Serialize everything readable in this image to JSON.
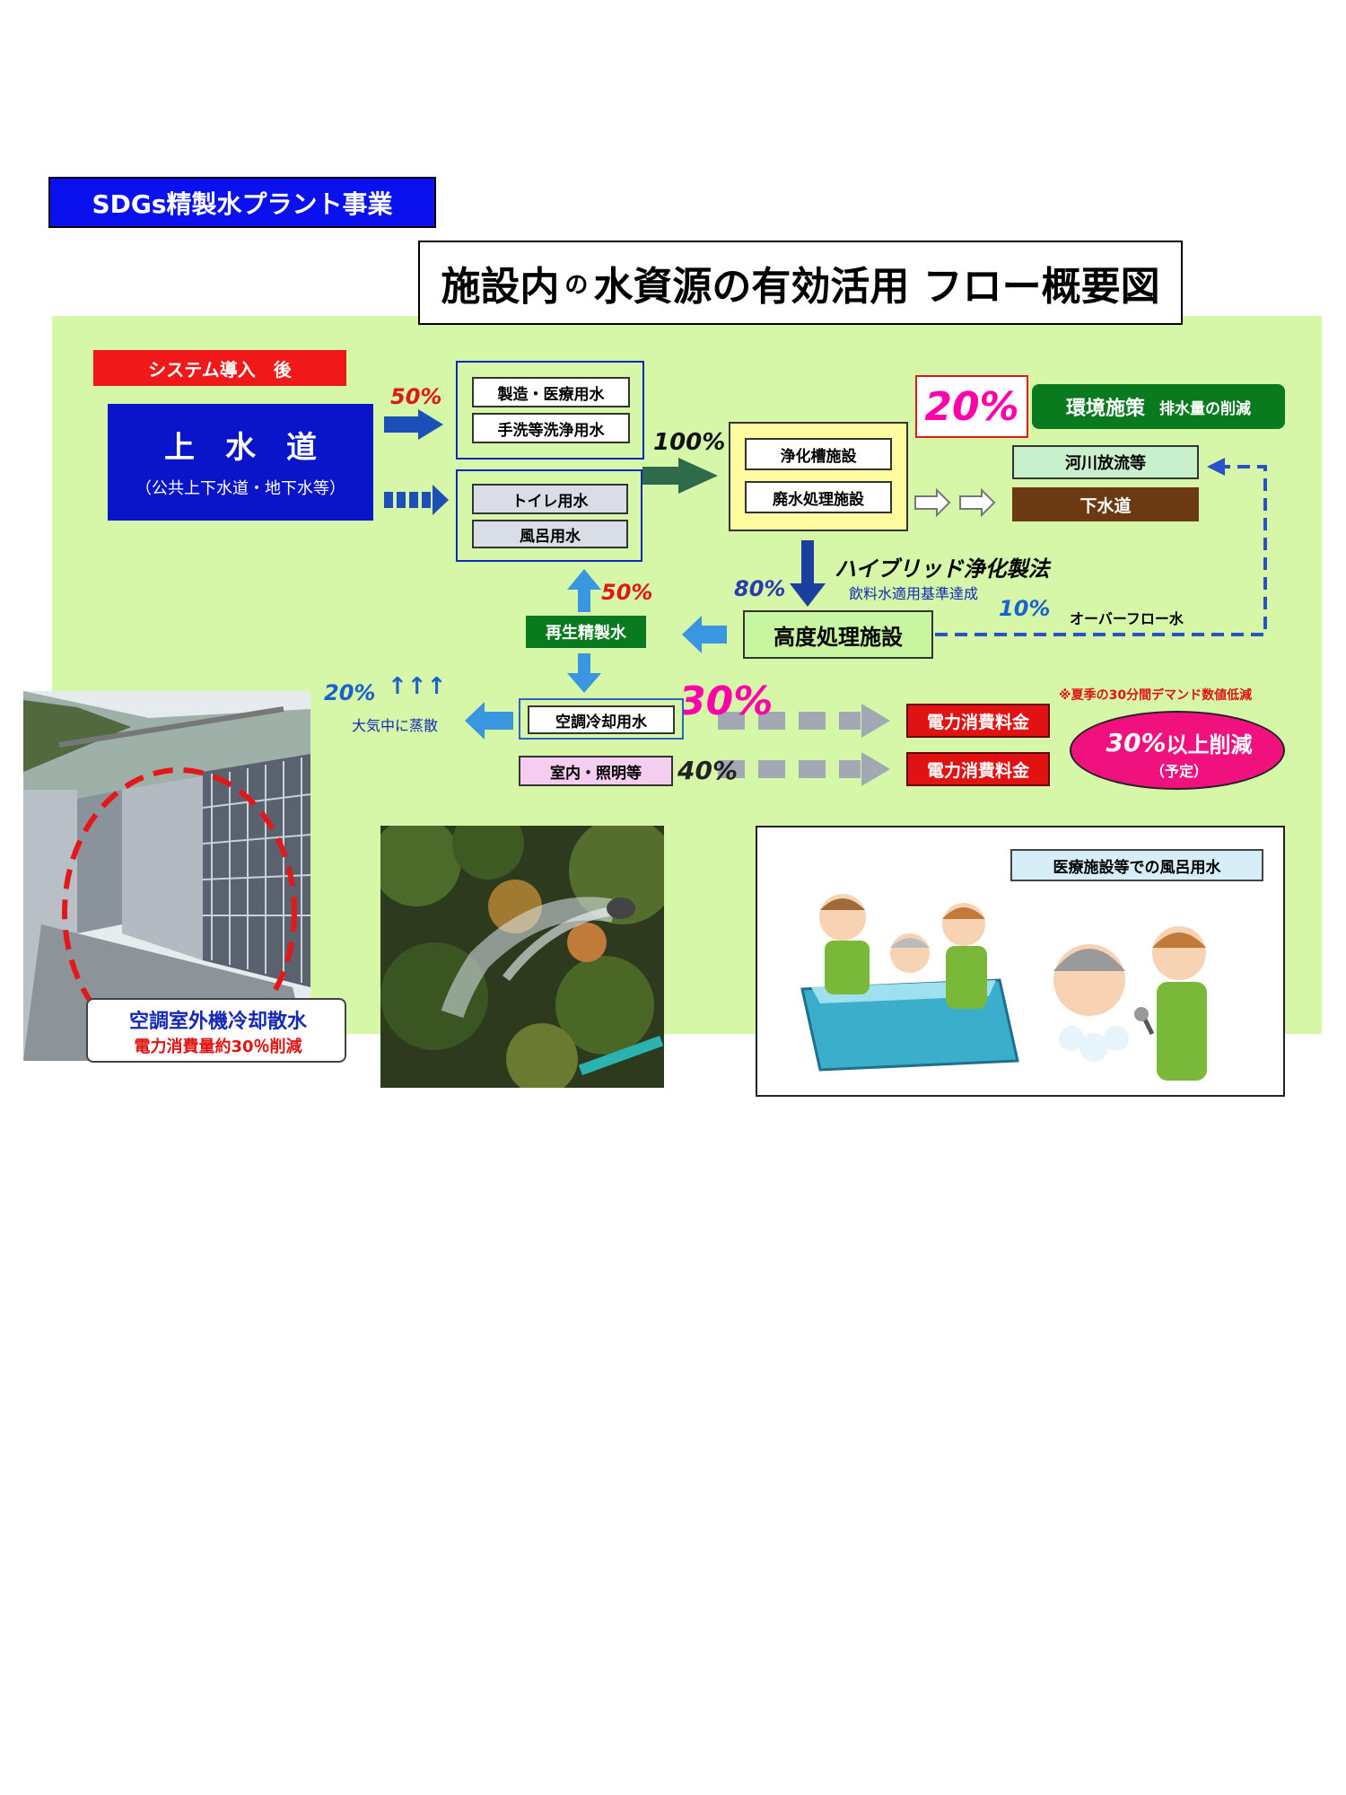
{
  "heading": "SDGs精製水プラント事業",
  "title": {
    "part1": "施設内",
    "part2": "の",
    "part3": "水資源の有効活用 フロー概要図"
  },
  "system_label": "システム導入　後",
  "water_supply": {
    "title": "上　水　道",
    "subtitle": "（公共上下水道・地下水等）"
  },
  "percentages": {
    "p50_top": "50%",
    "p100": "100%",
    "p20_env": "20%",
    "p80": "80%",
    "p10": "10%",
    "p50_recycle": "50%",
    "p20_evap": "20%",
    "p30": "30%",
    "p40": "40%"
  },
  "usage_top": [
    "製造・医療用水",
    "手洗等洗浄用水"
  ],
  "usage_bottom": [
    "トイレ用水",
    "風呂用水"
  ],
  "treatment": [
    "浄化槽施設",
    "廃水処理施設"
  ],
  "environment": {
    "label": "環境施策",
    "sub": "排水量の削減"
  },
  "discharge": {
    "river": "河川放流等",
    "sewer": "下水道"
  },
  "hybrid": {
    "title": "ハイブリッド浄化製法",
    "sub": "飲料水適用基準達成"
  },
  "overflow": "オーバーフロー水",
  "advanced": "高度処理施設",
  "recycled": "再生精製水",
  "evaporate": {
    "arrows": "↑↑↑",
    "text": "大気中に蒸散"
  },
  "ac_water": "空調冷却用水",
  "indoor": "室内・照明等",
  "electricity": [
    "電力消費料金",
    "電力消費料金"
  ],
  "demand_note": "※夏季の30分間デマンド数値低減",
  "reduction": {
    "main_num": "30%",
    "main_rest": "以上削減",
    "sub": "（予定）"
  },
  "photo_caption": {
    "line1": "空調室外機冷却散水",
    "line2": "電力消費量約30％削減"
  },
  "bath_label": "医療施設等での風呂用水",
  "colors": {
    "panel": "#d6f7a8",
    "blue": "#0a14c8",
    "green": "#0a7a1e",
    "red": "#e01212",
    "magenta": "#ff00aa"
  }
}
